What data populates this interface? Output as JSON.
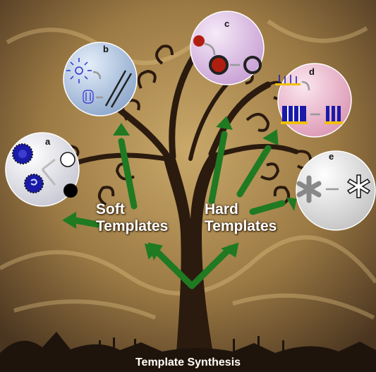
{
  "labels": {
    "soft": "Soft",
    "soft2": "Templates",
    "hard": "Hard",
    "hard2": "Templates",
    "title": "Template Synthesis"
  },
  "panels": [
    {
      "letter": "a"
    },
    {
      "letter": "b"
    },
    {
      "letter": "c"
    },
    {
      "letter": "d"
    },
    {
      "letter": "e"
    }
  ],
  "colors": {
    "arrow": "#1f7a22",
    "panel_a": "#f0f0f4",
    "panel_b": "#b8cce4",
    "panel_c": "#e4c8ec",
    "panel_d": "#f2c4d4",
    "panel_e": "#f0f0f0",
    "template_blue": "#1a1aa8",
    "gold": "#f0c000"
  }
}
